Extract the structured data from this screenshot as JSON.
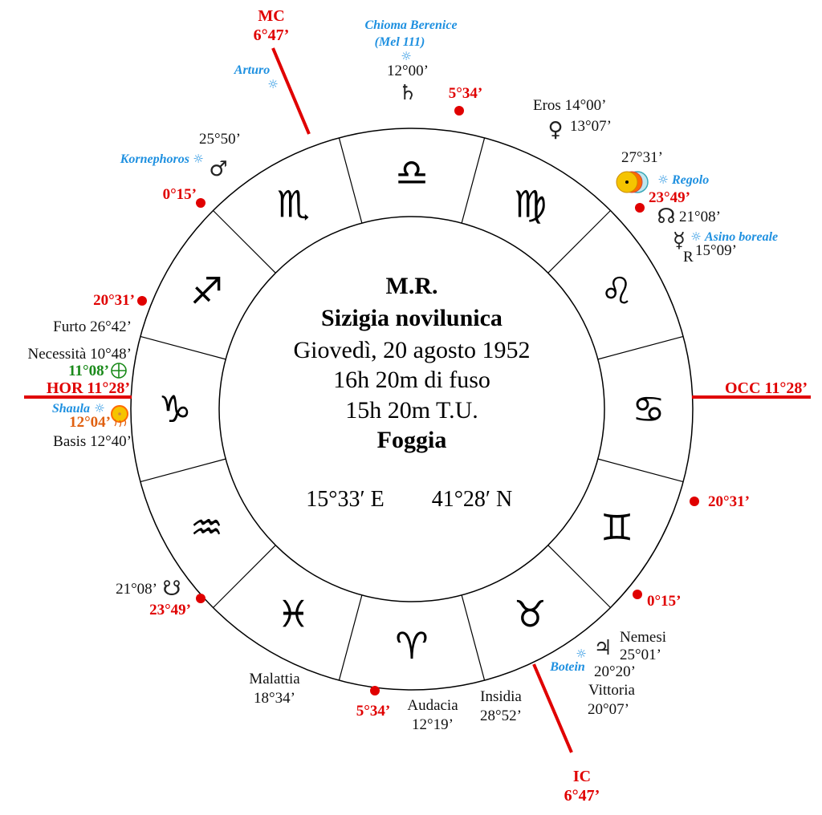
{
  "center": {
    "title": "M.R.",
    "subtitle": "Sizigia novilunica",
    "date": "Giovedì, 20 agosto 1952",
    "time_local": "16h 20m di fuso",
    "time_ut": "15h 20m T.U.",
    "place": "Foggia",
    "longitude": "15°33′ E",
    "latitude": "41°28′ N"
  },
  "signs": [
    {
      "name": "libra",
      "glyph": "♎"
    },
    {
      "name": "virgo",
      "glyph": "♍"
    },
    {
      "name": "leo",
      "glyph": "♌"
    },
    {
      "name": "cancer",
      "glyph": "♋"
    },
    {
      "name": "gemini",
      "glyph": "♊"
    },
    {
      "name": "taurus",
      "glyph": "♉"
    },
    {
      "name": "aries",
      "glyph": "♈"
    },
    {
      "name": "pisces",
      "glyph": "♓"
    },
    {
      "name": "aquarius",
      "glyph": "♒"
    },
    {
      "name": "capricorn",
      "glyph": "♑"
    },
    {
      "name": "sagittarius",
      "glyph": "♐"
    },
    {
      "name": "scorpio",
      "glyph": "♏"
    }
  ],
  "axes": {
    "mc_name": "MC",
    "mc_degree": "6°47’",
    "ic_name": "IC",
    "ic_degree": "6°47’",
    "hor": "HOR 11°28’",
    "occ": "OCC 11°28’"
  },
  "cusps": [
    {
      "id": "top",
      "degree": "5°34’"
    },
    {
      "id": "upper-right",
      "degree": "23°49’"
    },
    {
      "id": "upper-left",
      "degree": "0°15’"
    },
    {
      "id": "left-upper",
      "degree": "20°31’"
    },
    {
      "id": "right-lower",
      "degree": "20°31’"
    },
    {
      "id": "lower-right",
      "degree": "0°15’"
    },
    {
      "id": "lower-left",
      "degree": "23°49’"
    },
    {
      "id": "bottom",
      "degree": "5°34’"
    }
  ],
  "planets": {
    "saturn": {
      "glyph": "♄",
      "degree": "12°00’"
    },
    "venus": {
      "glyph": "♀",
      "degree": "13°07’"
    },
    "eros": "Eros 14°00’",
    "sun_moon_degree": "27°31’",
    "north_node": {
      "glyph": "☊",
      "degree": "21°08’"
    },
    "mercury": {
      "glyph": "☿",
      "retro": "R",
      "degree": "15°09’"
    },
    "mars": {
      "glyph": "♂",
      "degree": "25°50’"
    },
    "part_fortune": {
      "glyph": "⊕",
      "degree": "11°08’"
    },
    "sun_south": {
      "degree": "12°04’"
    },
    "south_node": {
      "glyph": "☋",
      "degree": "21°08’"
    },
    "jupiter": {
      "glyph": "♃",
      "degree": "20°20’"
    }
  },
  "stars": {
    "chioma_1": "Chioma Berenice",
    "chioma_2": "(Mel 111)",
    "arturo": "Arturo",
    "kornephoros": "Kornephoros",
    "regolo": "Regolo",
    "asino": "Asino boreale",
    "shaula": "Shaula",
    "botein": "Botein",
    "star_glyph": "☼"
  },
  "parts": {
    "furto": "Furto 26°42’",
    "necessita": "Necessità 10°48’",
    "basis": "Basis 12°40’",
    "malattia_name": "Malattia",
    "malattia_degree": "18°34’",
    "audacia_name": "Audacia",
    "audacia_degree": "12°19’",
    "insidia_name": "Insidia",
    "insidia_degree": "28°52’",
    "nemesi_name": "Nemesi",
    "nemesi_degree": "25°01’",
    "vittoria_name": "Vittoria",
    "vittoria_degree": "20°07’"
  },
  "colors": {
    "axis": "#e00000",
    "star": "#1e90e0",
    "fortune": "#1a8a1a",
    "sun": "#f5c400"
  }
}
